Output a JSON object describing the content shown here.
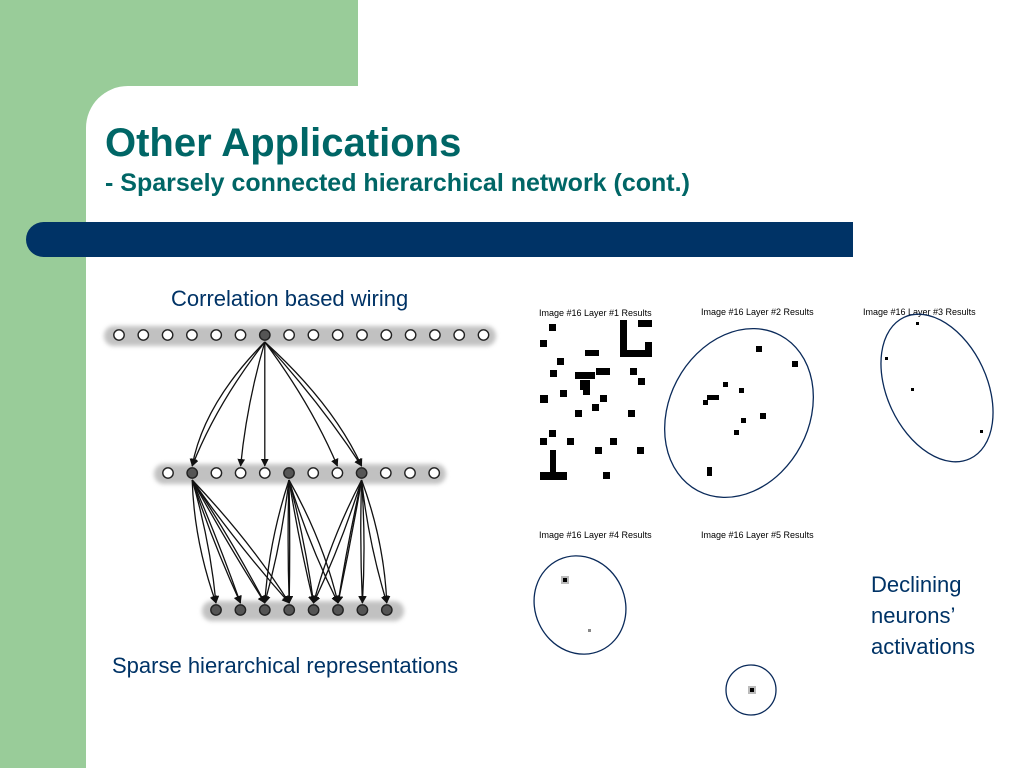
{
  "slide": {
    "title": "Other Applications",
    "subtitle": "- Sparsely connected hierarchical network (cont.)"
  },
  "diagram": {
    "caption_top": "Correlation based wiring",
    "caption_bottom": "Sparse hierarchical representations"
  },
  "results": {
    "plots": [
      {
        "title": "Image #16 Layer #1 Results"
      },
      {
        "title": "Image #16 Layer #2 Results"
      },
      {
        "title": "Image #16 Layer #3 Results"
      },
      {
        "title": "Image #16 Layer #4 Results"
      },
      {
        "title": "Image #16 Layer #5 Results"
      }
    ],
    "note_lines": [
      "Declining",
      "neurons’",
      "activations"
    ]
  },
  "colors": {
    "accent_green": "#99cc99",
    "title_teal": "#006666",
    "bar_navy": "#003366",
    "text_navy": "#003366"
  }
}
